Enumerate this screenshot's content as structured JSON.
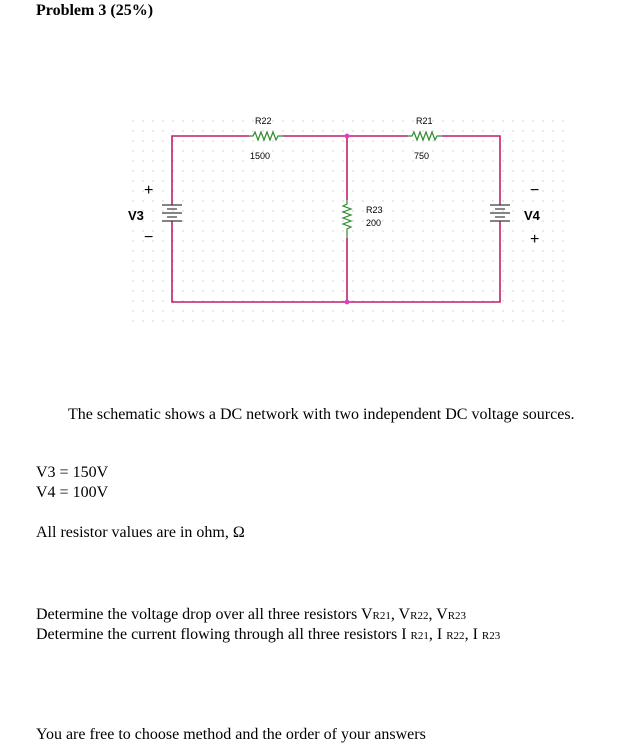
{
  "title": "Problem 3 (25%)",
  "schematic": {
    "r22": {
      "name": "R22",
      "value": "1500"
    },
    "r21": {
      "name": "R21",
      "value": "750"
    },
    "r23": {
      "name": "R23",
      "value": "200"
    },
    "v3": {
      "name": "V3",
      "plus": "+",
      "minus": "−"
    },
    "v4": {
      "name": "V4",
      "plus": "+",
      "minus": "−"
    },
    "colors": {
      "wire": "#c01f6a",
      "resistor": "#2f8a2f",
      "node": "#e23cc9",
      "source": "#3a3a3a"
    }
  },
  "description": "The schematic shows a DC network with two independent DC voltage sources.",
  "givens": {
    "v3": "V3 = 150V",
    "v4": "V4 = 100V",
    "units": "All resistor values are in ohm, Ω"
  },
  "tasks": {
    "voltage": {
      "text": "Determine the voltage drop over all three resistors ",
      "subs": [
        "V",
        "R21",
        ", V",
        "R22",
        ", V",
        "R23"
      ]
    },
    "current": {
      "text": "Determine the current flowing through all three resistors ",
      "subs": [
        "I ",
        "R21",
        ", I ",
        "R22",
        ", I ",
        "R23"
      ]
    }
  },
  "note": "You are free to choose method and the order of your answers"
}
